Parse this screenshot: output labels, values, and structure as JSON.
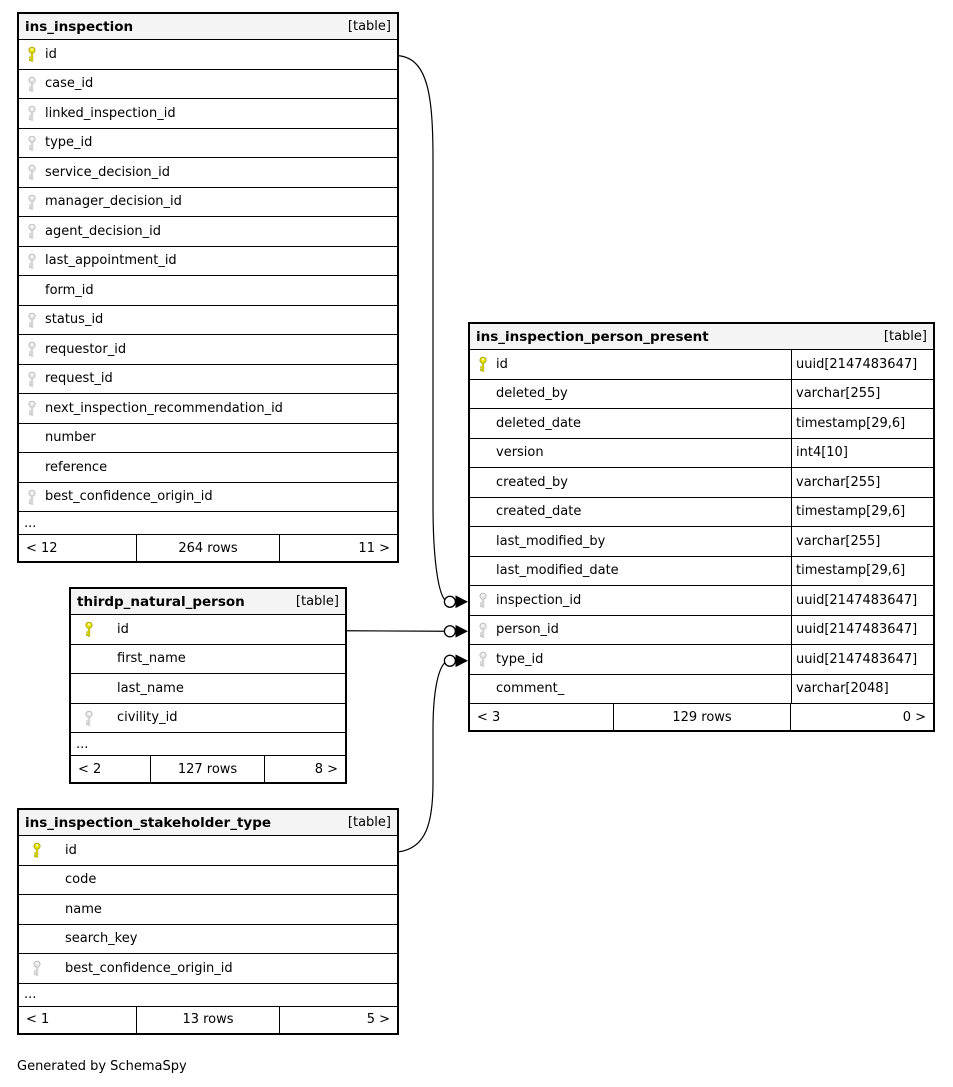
{
  "page": {
    "generator_note": "Generated by SchemaSpy"
  },
  "colors": {
    "header_bg": "#f4f4f4",
    "border": "#000000",
    "pk_key_fill": "#e8e400",
    "pk_key_stroke": "#9e9c00",
    "fk_key_fill": "#e8e8e8",
    "fk_key_stroke": "#b3b3b3"
  },
  "icons": {
    "primary_key": "yellow-key-icon",
    "foreign_key": "gray-key-icon"
  },
  "tables": [
    {
      "name": "ins_inspection",
      "badge": "[table]",
      "columns": [
        {
          "name": "id",
          "key": "pk"
        },
        {
          "name": "case_id",
          "key": "fk"
        },
        {
          "name": "linked_inspection_id",
          "key": "fk"
        },
        {
          "name": "type_id",
          "key": "fk"
        },
        {
          "name": "service_decision_id",
          "key": "fk"
        },
        {
          "name": "manager_decision_id",
          "key": "fk"
        },
        {
          "name": "agent_decision_id",
          "key": "fk"
        },
        {
          "name": "last_appointment_id",
          "key": "fk"
        },
        {
          "name": "form_id",
          "key": ""
        },
        {
          "name": "status_id",
          "key": "fk"
        },
        {
          "name": "requestor_id",
          "key": "fk"
        },
        {
          "name": "request_id",
          "key": "fk"
        },
        {
          "name": "next_inspection_recommendation_id",
          "key": "fk"
        },
        {
          "name": "number",
          "key": ""
        },
        {
          "name": "reference",
          "key": ""
        },
        {
          "name": "best_confidence_origin_id",
          "key": "fk"
        }
      ],
      "ellipsis": "...",
      "footer": {
        "left": "< 12",
        "center": "264 rows",
        "right": "11 >"
      }
    },
    {
      "name": "ins_inspection_person_present",
      "badge": "[table]",
      "columns": [
        {
          "name": "id",
          "key": "pk",
          "type": "uuid[2147483647]"
        },
        {
          "name": "deleted_by",
          "key": "",
          "type": "varchar[255]"
        },
        {
          "name": "deleted_date",
          "key": "",
          "type": "timestamp[29,6]"
        },
        {
          "name": "version",
          "key": "",
          "type": "int4[10]"
        },
        {
          "name": "created_by",
          "key": "",
          "type": "varchar[255]"
        },
        {
          "name": "created_date",
          "key": "",
          "type": "timestamp[29,6]"
        },
        {
          "name": "last_modified_by",
          "key": "",
          "type": "varchar[255]"
        },
        {
          "name": "last_modified_date",
          "key": "",
          "type": "timestamp[29,6]"
        },
        {
          "name": "inspection_id",
          "key": "fk",
          "type": "uuid[2147483647]"
        },
        {
          "name": "person_id",
          "key": "fk",
          "type": "uuid[2147483647]"
        },
        {
          "name": "type_id",
          "key": "fk",
          "type": "uuid[2147483647]"
        },
        {
          "name": "comment_",
          "key": "",
          "type": "varchar[2048]"
        }
      ],
      "footer": {
        "left": "< 3",
        "center": "129 rows",
        "right": "0 >"
      }
    },
    {
      "name": "thirdp_natural_person",
      "badge": "[table]",
      "columns": [
        {
          "name": "id",
          "key": "pk"
        },
        {
          "name": "first_name",
          "key": ""
        },
        {
          "name": "last_name",
          "key": ""
        },
        {
          "name": "civility_id",
          "key": "fk"
        }
      ],
      "ellipsis": "...",
      "footer": {
        "left": "< 2",
        "center": "127 rows",
        "right": "8 >"
      }
    },
    {
      "name": "ins_inspection_stakeholder_type",
      "badge": "[table]",
      "columns": [
        {
          "name": "id",
          "key": "pk"
        },
        {
          "name": "code",
          "key": ""
        },
        {
          "name": "name",
          "key": ""
        },
        {
          "name": "search_key",
          "key": ""
        },
        {
          "name": "best_confidence_origin_id",
          "key": "fk"
        }
      ],
      "ellipsis": "...",
      "footer": {
        "left": "< 1",
        "center": "13 rows",
        "right": "5 >"
      }
    }
  ],
  "relationships": [
    {
      "from": "ins_inspection.id",
      "to": "ins_inspection_person_present.inspection_id"
    },
    {
      "from": "thirdp_natural_person.id",
      "to": "ins_inspection_person_present.person_id"
    },
    {
      "from": "ins_inspection_stakeholder_type.id",
      "to": "ins_inspection_person_present.type_id"
    }
  ]
}
